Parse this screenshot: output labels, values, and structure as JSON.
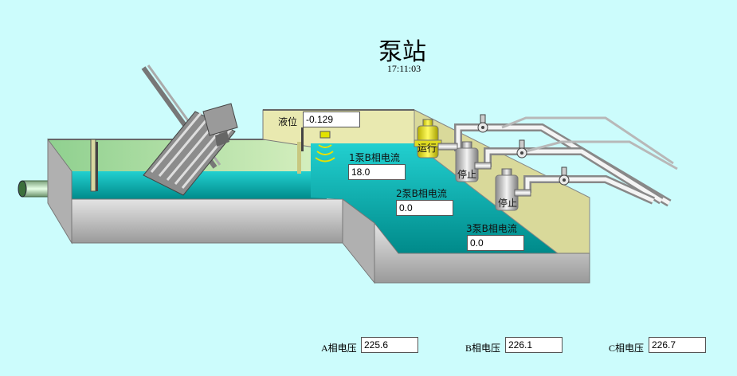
{
  "header": {
    "title": "泵站",
    "time": "17:11:03"
  },
  "level": {
    "label": "液位",
    "value": "-0.129"
  },
  "pumps": [
    {
      "label": "1泵B相电流",
      "current": "18.0",
      "status": "运行",
      "status_color": "#d9d400"
    },
    {
      "label": "2泵B相电流",
      "current": "0.0",
      "status": "停止",
      "status_color": "#b8b8b8"
    },
    {
      "label": "3泵B相电流",
      "current": "0.0",
      "status": "停止",
      "status_color": "#b8b8b8"
    }
  ],
  "voltages": [
    {
      "label": "A相电压",
      "value": "225.6"
    },
    {
      "label": "B相电压",
      "value": "226.1"
    },
    {
      "label": "C相电压",
      "value": "226.7"
    }
  ],
  "colors": {
    "background": "#ccfcfc",
    "water": "#00b4b4",
    "wall": "#c8c8c8"
  }
}
